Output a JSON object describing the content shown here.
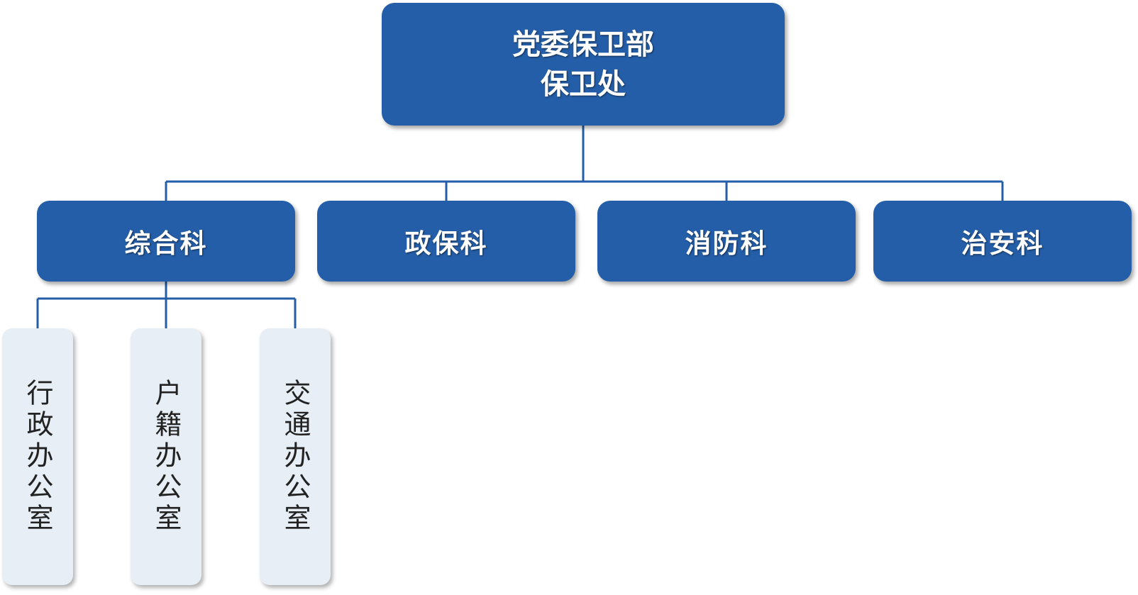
{
  "root": {
    "line1": "党委保卫部",
    "line2": "保卫处"
  },
  "departments": [
    {
      "label": "综合科"
    },
    {
      "label": "政保科"
    },
    {
      "label": "消防科"
    },
    {
      "label": "治安科"
    }
  ],
  "sub_offices": [
    {
      "label": "行政办公室"
    },
    {
      "label": "户籍办公室"
    },
    {
      "label": "交通办公室"
    }
  ],
  "colors": {
    "primary_box": "#245ea8",
    "secondary_box": "#e7eef6",
    "connector": "#245ea8"
  }
}
